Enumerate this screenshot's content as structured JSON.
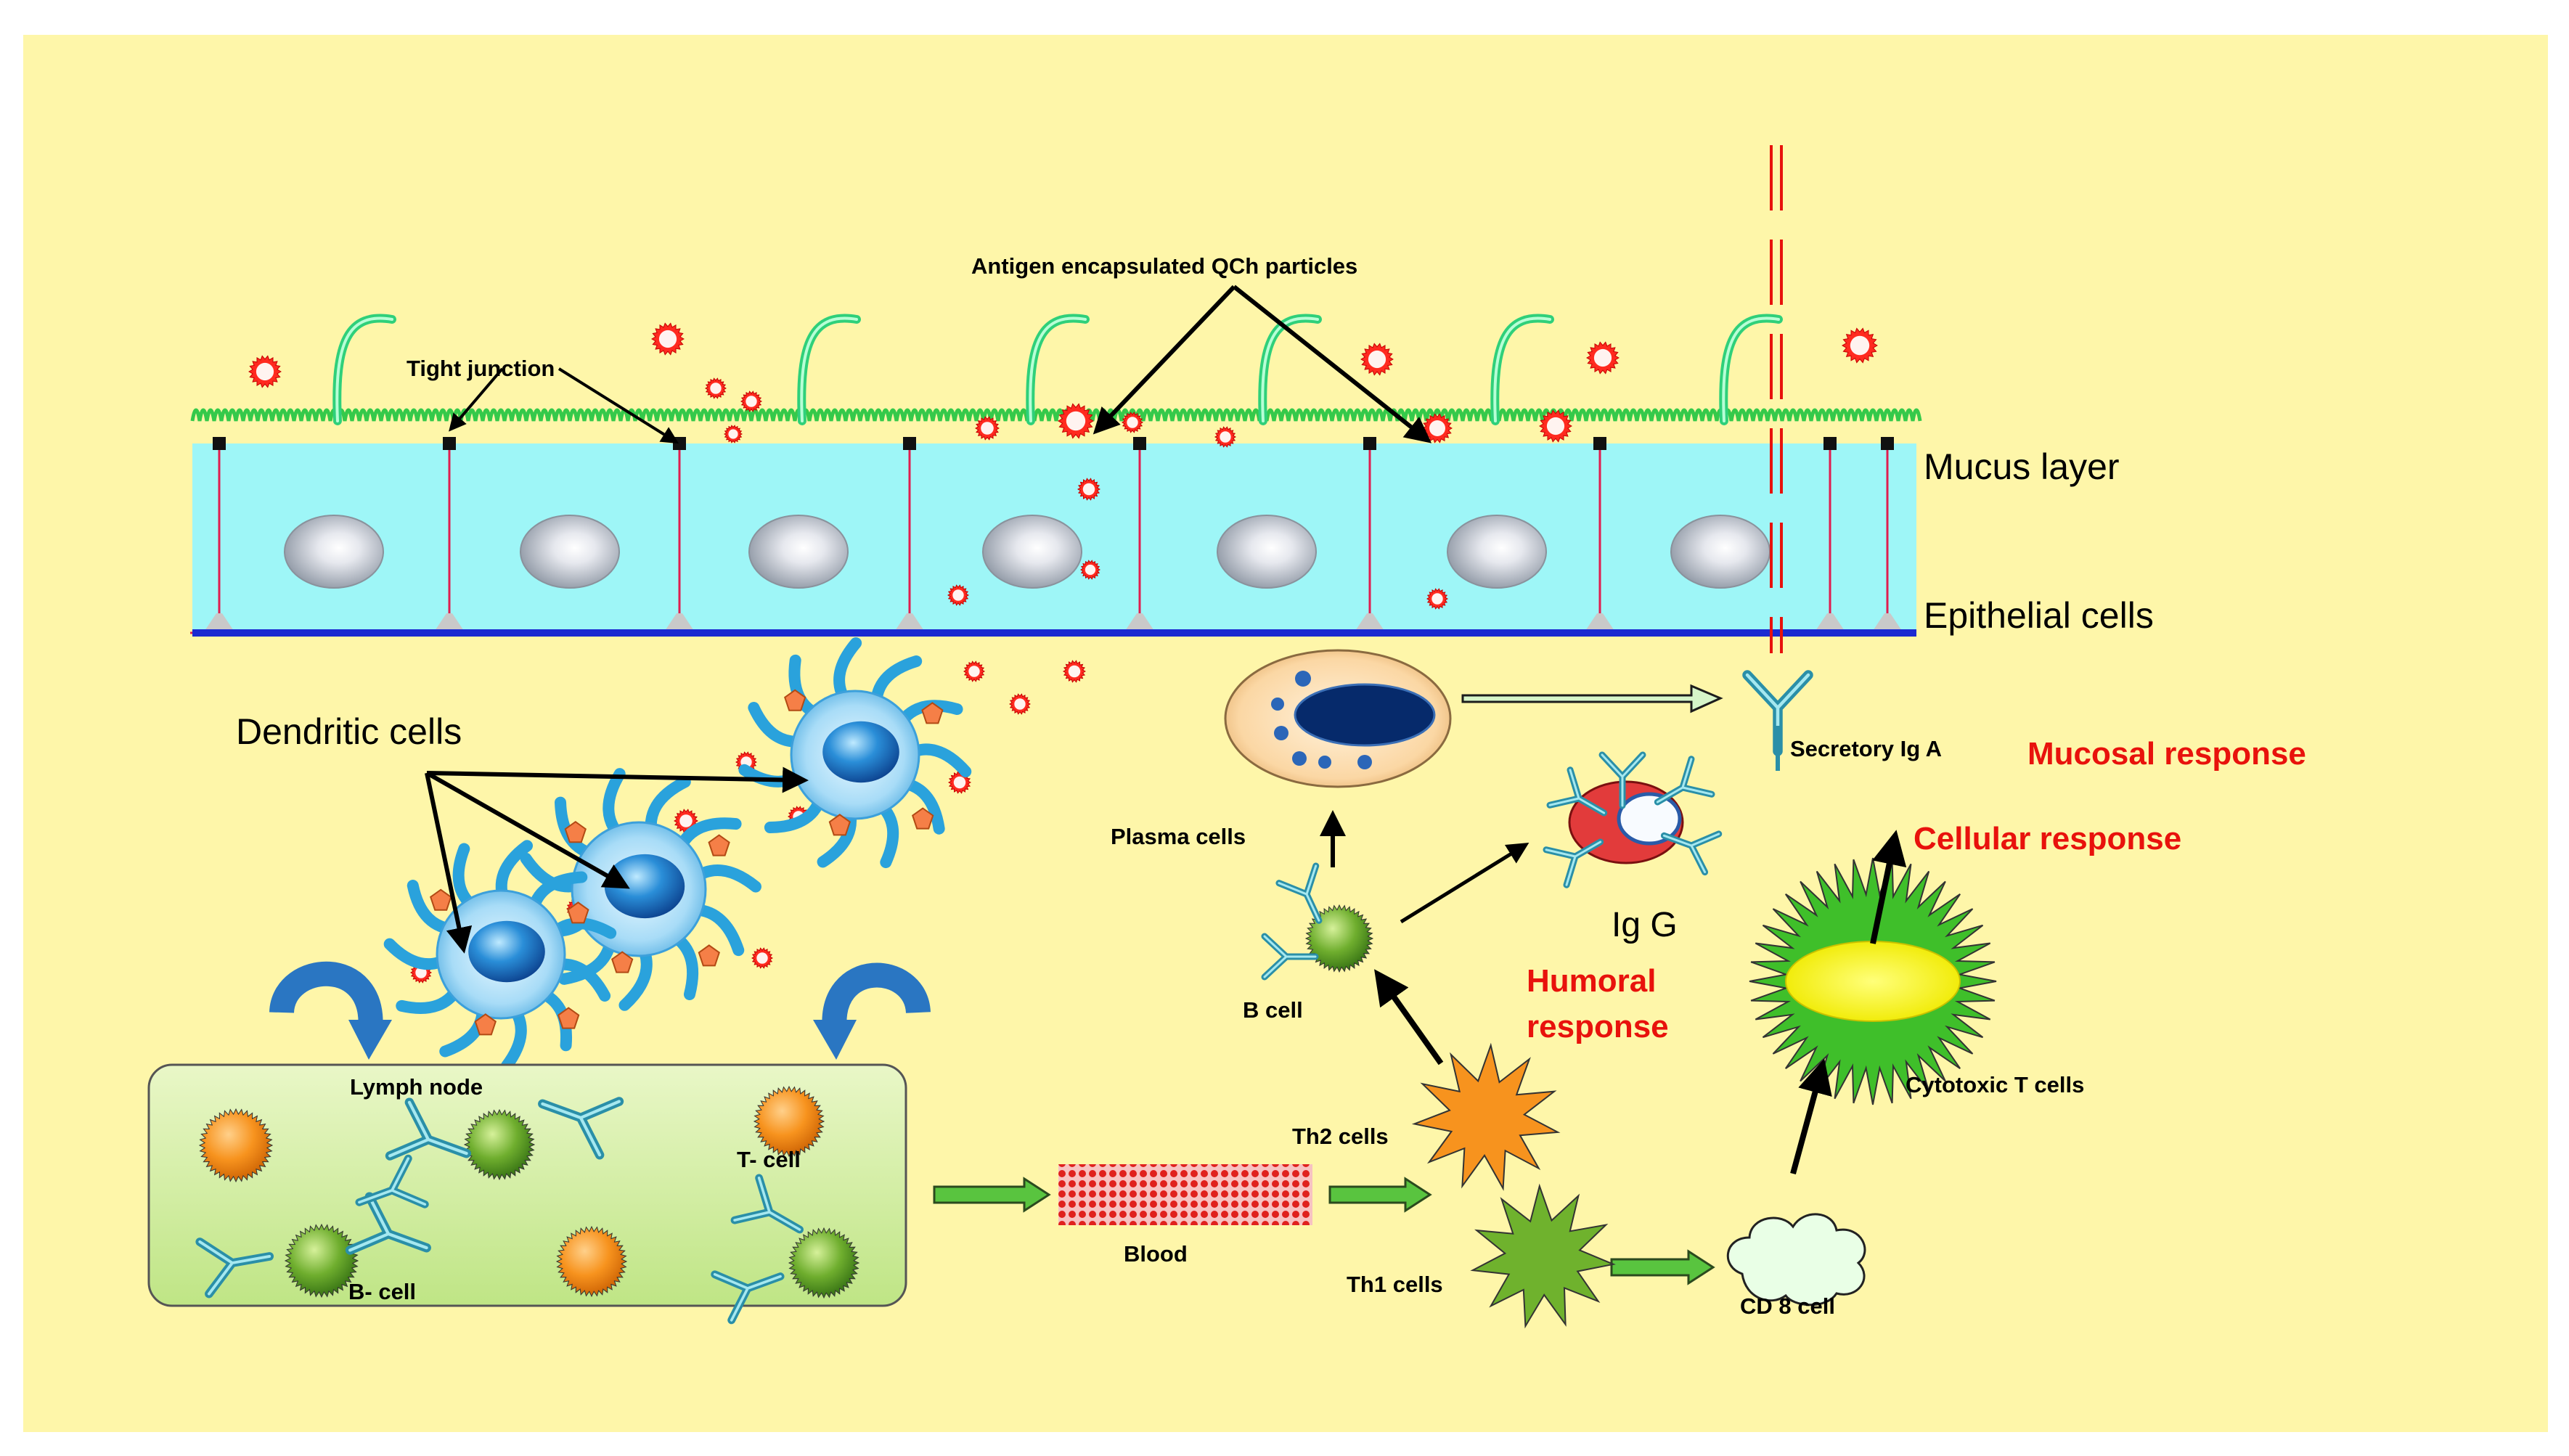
{
  "labels": {
    "antigen_particles": "Antigen encapsulated QCh particles",
    "tight_junction": "Tight junction",
    "mucus_layer": "Mucus layer",
    "epithelial_cells": "Epithelial cells",
    "dendritic_cells": "Dendritic cells",
    "plasma_cells": "Plasma cells",
    "secretory_iga": "Secretory Ig A",
    "mucosal_response": "Mucosal  response",
    "cellular_response": "Cellular  response",
    "igg": "Ig G",
    "b_cell": "B cell",
    "humoral_line1": "Humoral",
    "humoral_line2": "response",
    "lymph_node": "Lymph node",
    "t_cell": "T- cell",
    "b_cell_node": "B- cell",
    "th2_cells": "Th2 cells",
    "th1_cells": "Th1 cells",
    "blood": "Blood",
    "cd8_cell": "CD 8 cell",
    "cytotoxic_t_cells": "Cytotoxic T cells"
  },
  "colors": {
    "background": "#fef6a9",
    "epithelium": "#9ef6f7",
    "mucus": "#35c94a",
    "response_red": "#e8120c",
    "basement": "#1b2ad1",
    "lymph_node_fill": "#d7f1a8",
    "arrow_green": "#59c43f"
  }
}
